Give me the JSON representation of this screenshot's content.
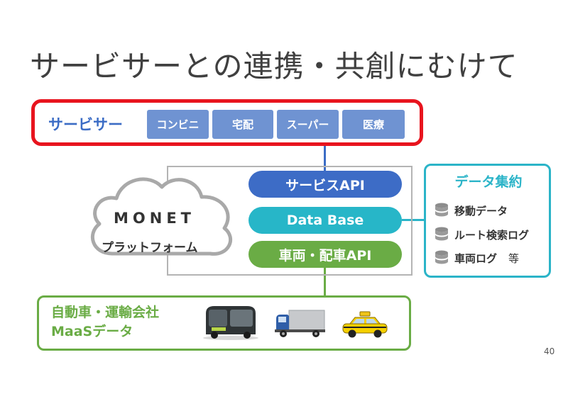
{
  "title": "サービサーとの連携・共創にむけて",
  "servicer": {
    "label": "サービサー",
    "chips": [
      "コンビニ",
      "宅配",
      "スーパー",
      "医療"
    ]
  },
  "platform": {
    "logo_text": "MONET",
    "label": "プラットフォーム",
    "layers": [
      "サービスAPI",
      "Data Base",
      "車両・配車API"
    ]
  },
  "data_aggregation": {
    "title": "データ集約",
    "items": [
      "移動データ",
      "ルート検索ログ",
      "車両ログ"
    ],
    "suffix": "等"
  },
  "vehicles": {
    "label_line1": "自動車・運輸会社",
    "label_line2": "MaaSデータ",
    "icons": [
      "autonomous-shuttle-icon",
      "truck-icon",
      "taxi-icon"
    ]
  },
  "page_number": "40",
  "colors": {
    "servicer_border": "#e8141e",
    "servicer_text": "#3b6cc5",
    "chip": "#6f93d2",
    "service_api": "#3d6cc6",
    "database": "#27b6c8",
    "vehicle_api": "#6aac45",
    "frame_gray": "#b4b4b4"
  }
}
